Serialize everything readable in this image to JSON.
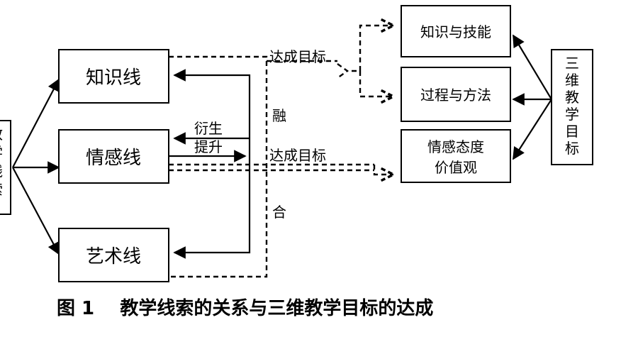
{
  "diagram": {
    "caption": "图 1    教学线索的关系与三维教学目标的达成",
    "left_box_partial": [
      "教",
      "学",
      "线",
      "索"
    ],
    "lines": {
      "knowledge": "知识线",
      "emotion": "情感线",
      "art": "艺术线"
    },
    "goals": {
      "knowledge_skill": "知识与技能",
      "process_method": "过程与方法",
      "emotion_attitude": [
        "情感态度",
        "价值观"
      ]
    },
    "right_box": [
      "三",
      "维",
      "教",
      "学",
      "目",
      "标"
    ],
    "labels": {
      "achieve_top": "达成目标",
      "achieve_mid": "达成目标",
      "fuse_1": "融",
      "fuse_2": "合",
      "derive": "衍生",
      "elevate": "提升"
    }
  }
}
